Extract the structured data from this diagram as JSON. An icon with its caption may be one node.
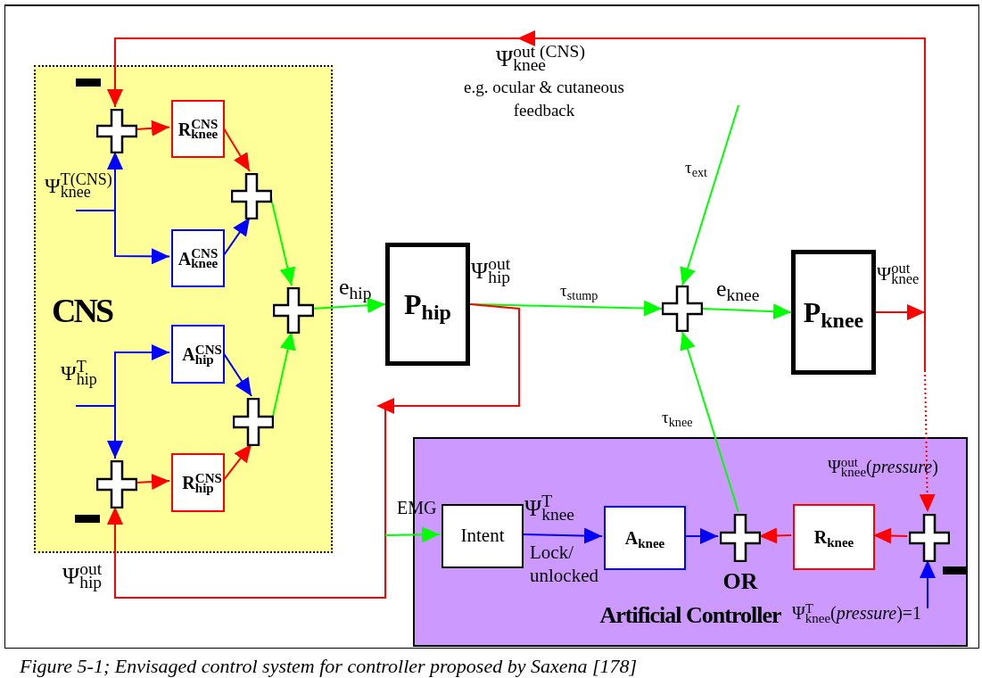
{
  "diagram": {
    "caption": "Figure 5-1; Envisaged control system for controller proposed by Saxena [178]",
    "nodes": [
      {
        "text": [
          "CNS"
        ]
      },
      {
        "text": [],
        "shape": "cross",
        "in": 0
      },
      {
        "text": [
          "R$^{CNS}$$_{knee}$"
        ],
        "in": 0
      },
      {
        "text": [
          "A$^{CNS}$$_{knee}$"
        ],
        "in": 0
      },
      {
        "text": [],
        "shape": "cross",
        "in": 0
      },
      {
        "text": [],
        "shape": "cross",
        "in": 0
      },
      {
        "text": [
          "A$^{CNS}$$_{hip}$"
        ],
        "in": 0
      },
      {
        "text": [],
        "shape": "cross",
        "in": 0
      },
      {
        "text": [],
        "shape": "cross",
        "in": 0
      },
      {
        "text": [
          "R$^{CNS}$$_{hip}$"
        ],
        "in": 0
      },
      {
        "text": [
          "P$_{hip}$"
        ]
      },
      {
        "text": [],
        "shape": "cross"
      },
      {
        "text": [
          "P$_{knee}$"
        ]
      },
      {
        "text": [
          "Artificial Controller"
        ]
      },
      {
        "text": [
          "Intent"
        ],
        "in": 13
      },
      {
        "text": [
          "A$_{knee}$"
        ],
        "in": 13
      },
      {
        "text": [],
        "shape": "cross",
        "in": 13,
        "beside": [
          "OR"
        ]
      },
      {
        "text": [
          "R$_{knee}$"
        ],
        "in": 13
      },
      {
        "text": [],
        "shape": "cross",
        "in": 13
      }
    ],
    "edges": [
      {
        "from": 1,
        "to": 2,
        "arrow": "to",
        "color": "#ff0000"
      },
      {
        "from": 2,
        "to": 4,
        "arrow": "to",
        "color": "#ff0000"
      },
      {
        "from": 3,
        "to": 4,
        "arrow": "to",
        "color": "#0000ff"
      },
      {
        "from": null,
        "to": 1,
        "arrow": "to",
        "color": "#0000ff"
      },
      {
        "from": null,
        "to": 3,
        "arrow": "to",
        "color": "#0000ff"
      },
      {
        "from": 4,
        "to": 5,
        "arrow": "to",
        "color": "#00ff00"
      },
      {
        "from": 7,
        "to": 5,
        "arrow": "to",
        "color": "#00ff00"
      },
      {
        "from": 6,
        "to": 7,
        "arrow": "to",
        "color": "#0000ff"
      },
      {
        "from": 9,
        "to": 7,
        "arrow": "to",
        "color": "#ff0000"
      },
      {
        "from": 8,
        "to": 9,
        "arrow": "to",
        "color": "#ff0000"
      },
      {
        "from": null,
        "to": 6,
        "arrow": "to",
        "color": "#0000ff"
      },
      {
        "from": null,
        "to": 8,
        "arrow": "to",
        "color": "#0000ff"
      },
      {
        "from": 5,
        "to": 10,
        "arrow": "to",
        "color": "#00ff00",
        "label": "e$_{hip}$"
      },
      {
        "from": 10,
        "to": 11,
        "arrow": "to",
        "color": "#00ff00",
        "label": "τ$_{stump}$"
      },
      {
        "from": 10,
        "to": 8,
        "arrow": "to",
        "color": "#ff0000",
        "label": "Ψ$^{out}$$_{hip}$"
      },
      {
        "from": null,
        "to": 14,
        "arrow": "to",
        "color": "#00ff00",
        "label": "EMG"
      },
      {
        "from": 11,
        "to": 12,
        "arrow": "to",
        "color": "#00ff00",
        "label": "e$_{knee}$"
      },
      {
        "from": null,
        "to": 11,
        "arrow": "to",
        "color": "#00ff00",
        "label": "τ$_{ext}$"
      },
      {
        "from": 16,
        "to": 11,
        "arrow": "to",
        "color": "#00ff00",
        "label": "τ$_{knee}$"
      },
      {
        "from": 12,
        "to": null,
        "arrow": "to",
        "color": "#ff0000",
        "label": "Ψ$^{out}$$_{knee}$"
      },
      {
        "from": null,
        "to": 1,
        "arrow": "to",
        "color": "#ff0000",
        "label": "Ψ$^{out (CNS)}$$_{knee}$"
      },
      {
        "from": null,
        "to": 18,
        "arrow": "to",
        "color": "#ff0000",
        "style": "dashed",
        "label": "Ψ$^{out}$$_{knee}$(*pressure*)"
      },
      {
        "from": 14,
        "to": 15,
        "arrow": "to",
        "color": "#0000ff",
        "label": "Ψ$^{T}$$_{knee}$"
      },
      {
        "from": 15,
        "to": 16,
        "arrow": "to",
        "color": "#0000ff"
      },
      {
        "from": 17,
        "to": 16,
        "arrow": "to",
        "color": "#ff0000"
      },
      {
        "from": 18,
        "to": 17,
        "arrow": "to",
        "color": "#ff0000"
      },
      {
        "from": null,
        "to": 18,
        "arrow": "to",
        "color": "#0000ff",
        "label": "Ψ$^{T}$$_{knee}$(*pressure*)=1"
      }
    ],
    "labels": [
      "e.g. ocular & cutaneous feedback",
      "Ψ$^{T(CNS)}$$_{knee}$",
      "Ψ$^{T}$$_{hip}$",
      "Ψ$^{out}$$_{hip}$",
      "Lock/ unlocked"
    ]
  }
}
